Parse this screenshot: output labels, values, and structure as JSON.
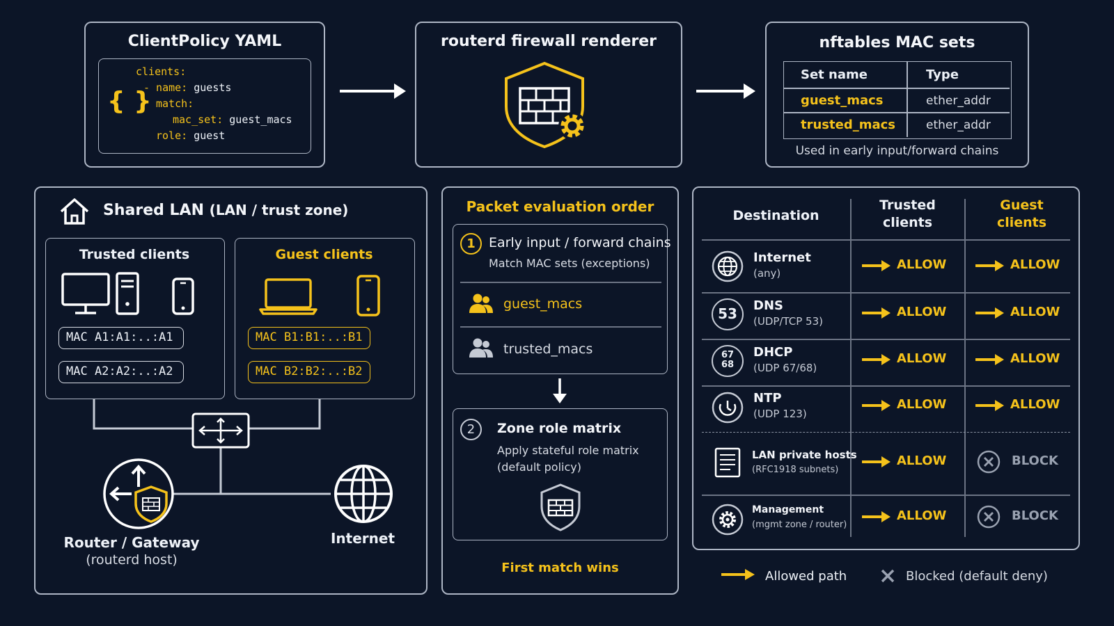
{
  "policy": {
    "title": "ClientPolicy YAML",
    "braces": "{ }",
    "code": [
      {
        "key": "clients:",
        "val": ""
      },
      {
        "key": "- name:",
        "val": " guests"
      },
      {
        "key": "match:",
        "val": ""
      },
      {
        "key": "mac_set:",
        "val": " guest_macs"
      },
      {
        "key": "role:",
        "val": " guest"
      }
    ]
  },
  "renderer": {
    "title": "routerd firewall renderer"
  },
  "sets": {
    "title": "nftables MAC sets",
    "headers": [
      "Set name",
      "Type"
    ],
    "rows": [
      {
        "name": "guest_macs",
        "type": "ether_addr"
      },
      {
        "name": "trusted_macs",
        "type": "ether_addr"
      }
    ],
    "note": "Used in early input/forward chains"
  },
  "lan": {
    "title": "Shared LAN",
    "title_sub": "(LAN / trust zone)",
    "trusted": {
      "title": "Trusted clients",
      "macs": [
        "MAC A1:A1:..:A1",
        "MAC A2:A2:..:A2"
      ]
    },
    "guest": {
      "title": "Guest clients",
      "macs": [
        "MAC B1:B1:..:B1",
        "MAC B2:B2:..:B2"
      ]
    },
    "router_label": "Router / Gateway",
    "router_sub": "(routerd host)",
    "internet_label": "Internet"
  },
  "order": {
    "title": "Packet evaluation order",
    "step1": {
      "num": "1",
      "title": "Early input / forward chains",
      "sub": "Match MAC sets (exceptions)"
    },
    "set_items": [
      "guest_macs",
      "trusted_macs"
    ],
    "step2": {
      "num": "2",
      "title": "Zone role matrix",
      "sub1": "Apply stateful role matrix",
      "sub2": "(default policy)"
    },
    "footer": "First match wins"
  },
  "matrix": {
    "headers": {
      "destination": "Destination",
      "trusted": [
        "Trusted",
        "clients"
      ],
      "guest": [
        "Guest",
        "clients"
      ]
    },
    "rows": [
      {
        "icon": "globe-icon",
        "badge": "",
        "name": "Internet",
        "sub": "(any)",
        "trusted": "ALLOW",
        "guest": "ALLOW"
      },
      {
        "icon": "dns-icon",
        "badge": "53",
        "name": "DNS",
        "sub": "(UDP/TCP 53)",
        "trusted": "ALLOW",
        "guest": "ALLOW"
      },
      {
        "icon": "dhcp-icon",
        "badge": "67 68",
        "name": "DHCP",
        "sub": "(UDP 67/68)",
        "trusted": "ALLOW",
        "guest": "ALLOW"
      },
      {
        "icon": "ntp-icon",
        "badge": "",
        "name": "NTP",
        "sub": "(UDP 123)",
        "trusted": "ALLOW",
        "guest": "ALLOW"
      },
      {
        "icon": "document-icon",
        "badge": "",
        "name": "LAN private hosts",
        "sub": "(RFC1918 subnets)",
        "trusted": "ALLOW",
        "guest": "BLOCK"
      },
      {
        "icon": "gear-icon",
        "badge": "",
        "name": "Management",
        "sub": "(mgmt zone / router)",
        "trusted": "ALLOW",
        "guest": "BLOCK"
      }
    ]
  },
  "legend": {
    "allowed": "Allowed path",
    "blocked": "Blocked (default deny)"
  },
  "colors": {
    "accent": "#f5c21b",
    "background": "#0c1527",
    "border": "#aeb6c5"
  }
}
